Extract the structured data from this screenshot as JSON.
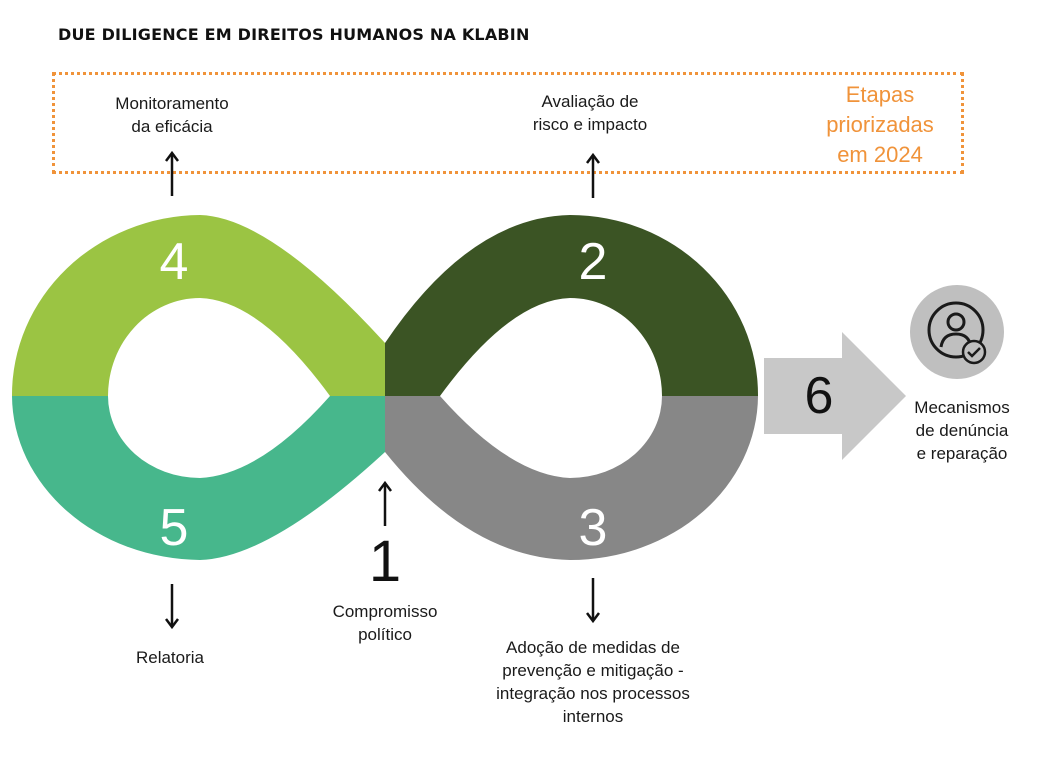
{
  "title": "DUE DILIGENCE EM DIREITOS HUMANOS NA KLABIN",
  "priority_box": {
    "label_lines": [
      "Etapas",
      "priorizadas",
      "em 2024"
    ],
    "color": "#f0933a"
  },
  "colors": {
    "step4": "#9bc443",
    "step2": "#3b5424",
    "step5": "#47b78c",
    "step3": "#878787",
    "step6": "#c8c8c8"
  },
  "steps": [
    {
      "number": "1",
      "label_lines": [
        "Compromisso",
        "político"
      ]
    },
    {
      "number": "2",
      "label_lines": [
        "Avaliação de",
        "risco e impacto"
      ]
    },
    {
      "number": "3",
      "label_lines": [
        "Adoção de medidas de",
        "prevenção e mitigação -",
        "integração nos processos",
        "internos"
      ]
    },
    {
      "number": "4",
      "label_lines": [
        "Monitoramento",
        "da eficácia"
      ]
    },
    {
      "number": "5",
      "label_lines": [
        "Relatoria"
      ]
    },
    {
      "number": "6",
      "label_lines": [
        "Mecanismos",
        "de denúncia",
        "e reparação"
      ],
      "icon": "user-check-icon"
    }
  ]
}
